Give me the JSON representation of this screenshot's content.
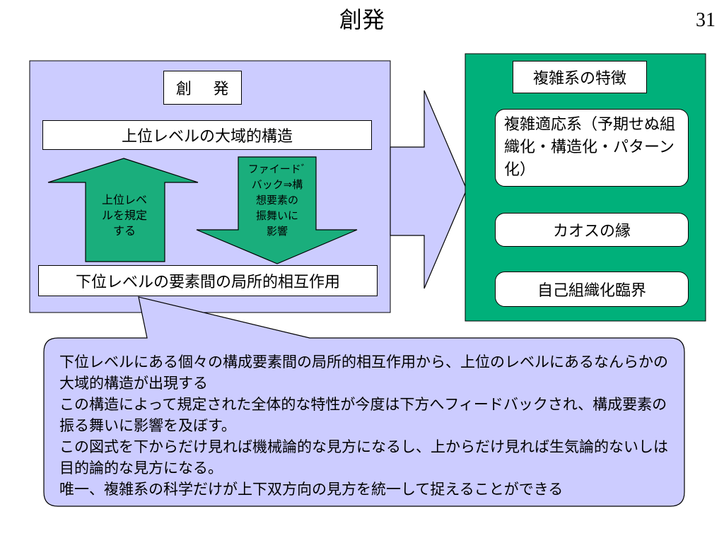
{
  "slide": {
    "title": "創発",
    "page_number": "31"
  },
  "emergence_panel": {
    "label": "創　 発",
    "upper_level": "上位レベルの大域的構造",
    "lower_level": "下位レベルの要素間の局所的相互作用",
    "up_arrow_lines": [
      "上位レベ",
      "ルを規定",
      "する"
    ],
    "down_arrow_lines": [
      "ファイードﾞ",
      "バック⇒構",
      "想要素の",
      "振舞いに",
      "影響"
    ]
  },
  "complex_panel": {
    "title": "複雑系の特徴",
    "items": [
      "複雑適応系（予期せぬ組織化・構造化・パターン化）",
      "カオスの縁",
      "自己組織化臨界"
    ]
  },
  "explanation": {
    "lines": [
      "下位レベルにある個々の構成要素間の局所的相互作用から、上位のレベルにあるなんらかの大域的構造が出現する",
      "この構造によって規定された全体的な特性が今度は下方へフィードバックされ、構成要素の振る舞いに影響を及ぼす。",
      "この図式を下からだけ見れば機械論的な見方になるし、上からだけ見れば生気論的ないしは目的論的な見方になる。",
      "唯一、複雑系の科学だけが上下双方向の見方を統一して捉えることができる"
    ]
  },
  "colors": {
    "panel_lavender": "#ccccff",
    "arrow_green": "#1aae7c",
    "complex_green": "#00b07a",
    "border": "#000000",
    "white": "#ffffff"
  }
}
